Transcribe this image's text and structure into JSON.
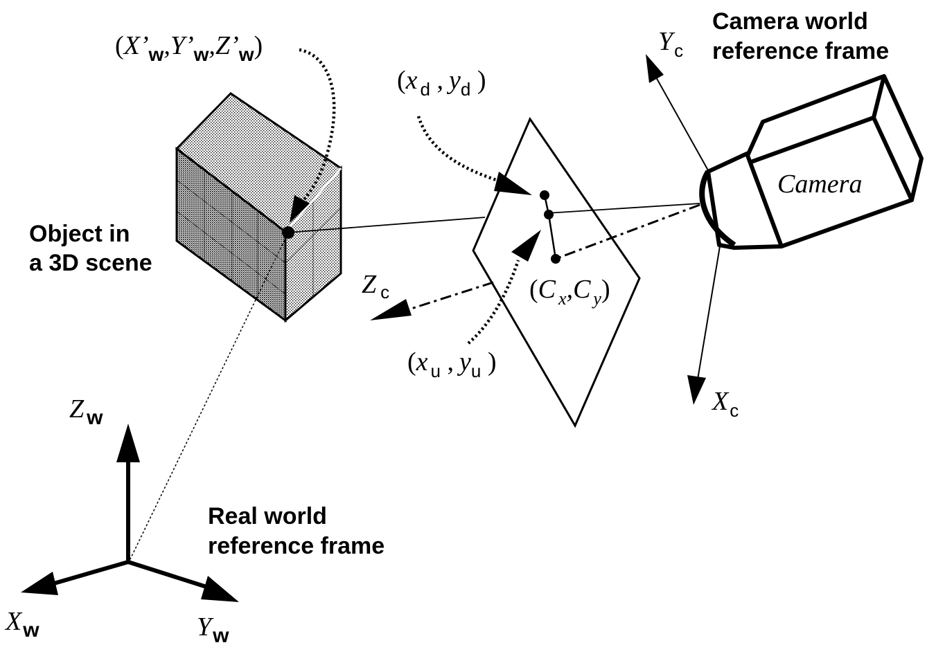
{
  "labels": {
    "object_line1": "Object in",
    "object_line2": "a 3D scene",
    "real_world_line1": "Real world",
    "real_world_line2": "reference frame",
    "camera_world_line1": "Camera world",
    "camera_world_line2": "reference frame",
    "camera_body": "Camera"
  },
  "world_axes": {
    "x": {
      "symbol": "X",
      "sub": "w"
    },
    "y": {
      "symbol": "Y",
      "sub": "w"
    },
    "z": {
      "symbol": "Z",
      "sub": "w"
    }
  },
  "camera_axes": {
    "x": {
      "symbol": "X",
      "sub": "c"
    },
    "y": {
      "symbol": "Y",
      "sub": "c"
    },
    "z": {
      "symbol": "Z",
      "sub": "c"
    }
  },
  "points": {
    "world_point": {
      "open": "(",
      "x": "X’",
      "xs": "w",
      "sep1": ",",
      "y": "Y’",
      "ys": "w",
      "sep2": ",",
      "z": "Z’",
      "zs": "w",
      "close": ")"
    },
    "distorted": {
      "open": "(",
      "x": "x",
      "xs": "d",
      "sep": " ,",
      "y": "y",
      "ys": "d",
      "close": " )"
    },
    "undistorted": {
      "open": "(",
      "x": "x",
      "xs": "u",
      "sep": " ,",
      "y": "y",
      "ys": "u",
      "close": " )"
    },
    "principal": {
      "open": "(",
      "c1": "C",
      "xs": "x",
      "sep": ",",
      "c2": "C",
      "ys": "y",
      "close": ")"
    }
  }
}
